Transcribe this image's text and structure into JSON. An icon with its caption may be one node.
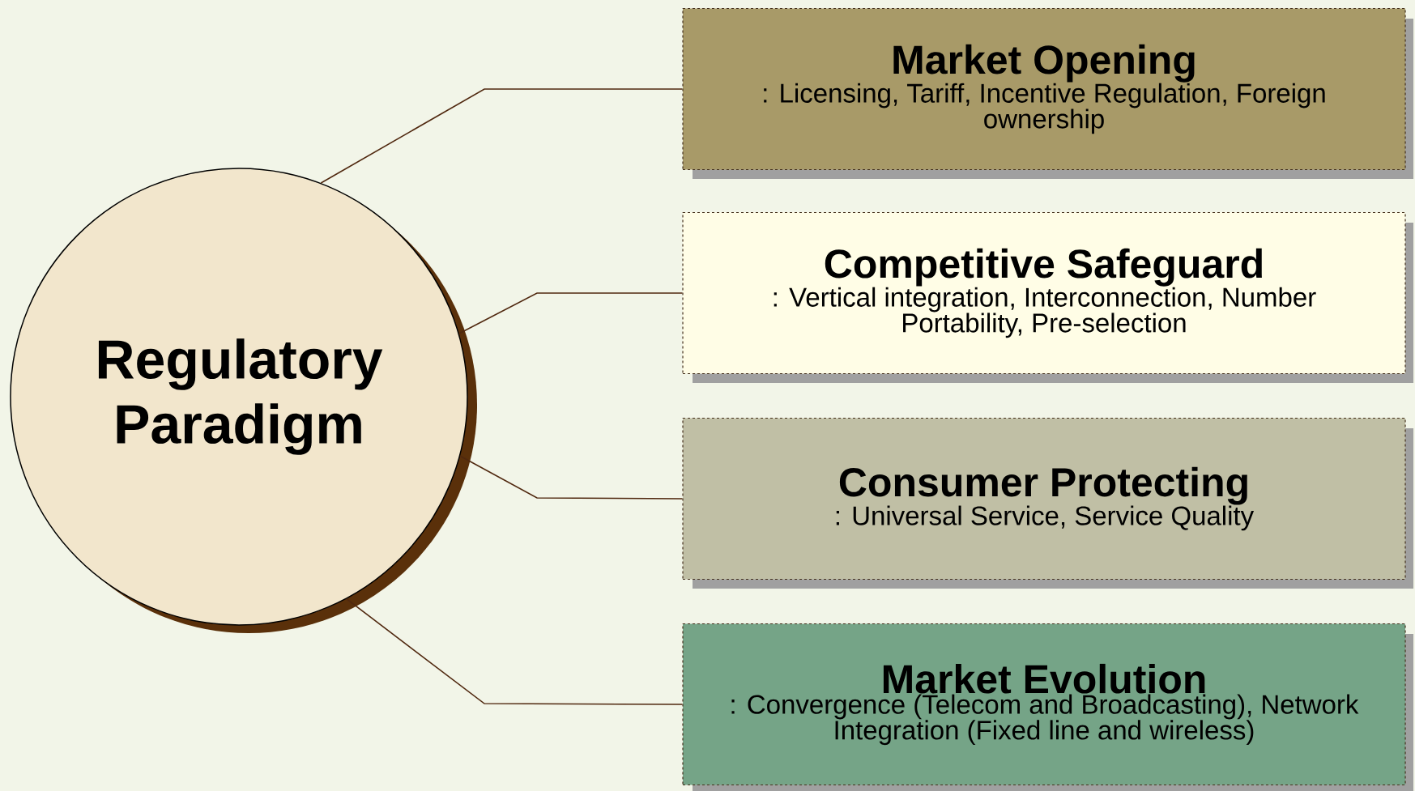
{
  "diagram": {
    "nodes": [
      {
        "text": [
          "Regulatory Paradigm"
        ]
      },
      {
        "text": [
          "Market Opening",
          ": Licensing, Tariff, Incentive Regulation, Foreign ownership"
        ]
      },
      {
        "text": [
          "Competitive Safeguard",
          ": Vertical integration, Interconnection, Number Portability, Pre-selection"
        ]
      },
      {
        "text": [
          "Consumer Protecting",
          ": Universal Service, Service Quality"
        ]
      },
      {
        "text": [
          "Market Evolution",
          ": Convergence (Telecom and Broadcasting), Network Integration (Fixed line and wireless)"
        ]
      }
    ],
    "edges": [
      {
        "from": 0,
        "to": 1,
        "arrow": "none"
      },
      {
        "from": 0,
        "to": 2,
        "arrow": "none"
      },
      {
        "from": 0,
        "to": 3,
        "arrow": "none"
      },
      {
        "from": 0,
        "to": 4,
        "arrow": "none"
      }
    ]
  }
}
